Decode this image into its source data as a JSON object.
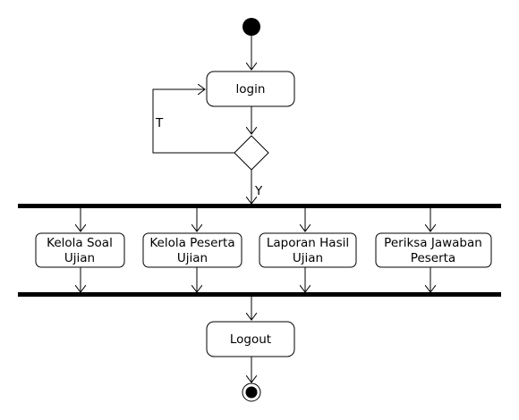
{
  "diagram": {
    "nodes": {
      "login": "login",
      "kelola_soal": [
        "Kelola Soal",
        "Ujian"
      ],
      "kelola_peserta": [
        "Kelola Peserta",
        "Ujian"
      ],
      "laporan": [
        "Laporan Hasil",
        "Ujian"
      ],
      "periksa": [
        "Periksa Jawaban",
        "Peserta"
      ],
      "logout": "Logout"
    },
    "guards": {
      "false_branch": "T",
      "true_branch": "Y"
    }
  }
}
